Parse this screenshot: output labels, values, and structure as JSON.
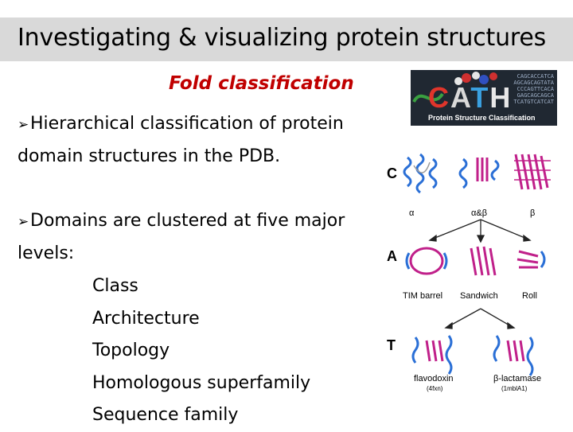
{
  "slide": {
    "title": "Investigating & visualizing protein structures",
    "subtitle": "Fold classification",
    "bullets": [
      {
        "line1": "Hierarchical classification of protein",
        "line2": "domain structures in the PDB."
      },
      {
        "line1": "Domains are clustered at five major",
        "line2": "levels:"
      }
    ],
    "levels": [
      "Class",
      "Architecture",
      "Topology",
      "Homologous superfamily",
      "Sequence family"
    ]
  },
  "logo": {
    "letters": [
      "C",
      "A",
      "T",
      "H"
    ],
    "letter_colors": [
      "#e0352b",
      "#d9d9d9",
      "#3aa0e0",
      "#e8e8e8"
    ],
    "caption": "Protein Structure Classification",
    "sequence_text": [
      "CAGCACCATCA",
      "AGCAGCAGTATA",
      "CCCAGTTCACA",
      "GAGCAGCAGCA",
      "TCATGTCATCAT"
    ]
  },
  "figure": {
    "rows": [
      "C",
      "A",
      "T"
    ],
    "class_labels": [
      "α",
      "α&β",
      "β"
    ],
    "architecture_labels": [
      "TIM barrel",
      "Sandwich",
      "Roll"
    ],
    "topology_labels": [
      "flavodoxin",
      "β-lactamase"
    ],
    "topology_codes": [
      "(4fxn)",
      "(1mblA1)"
    ],
    "colors": {
      "helix": "#2a6fd6",
      "strand": "#c0208a",
      "coil": "#9a9a9a"
    }
  }
}
